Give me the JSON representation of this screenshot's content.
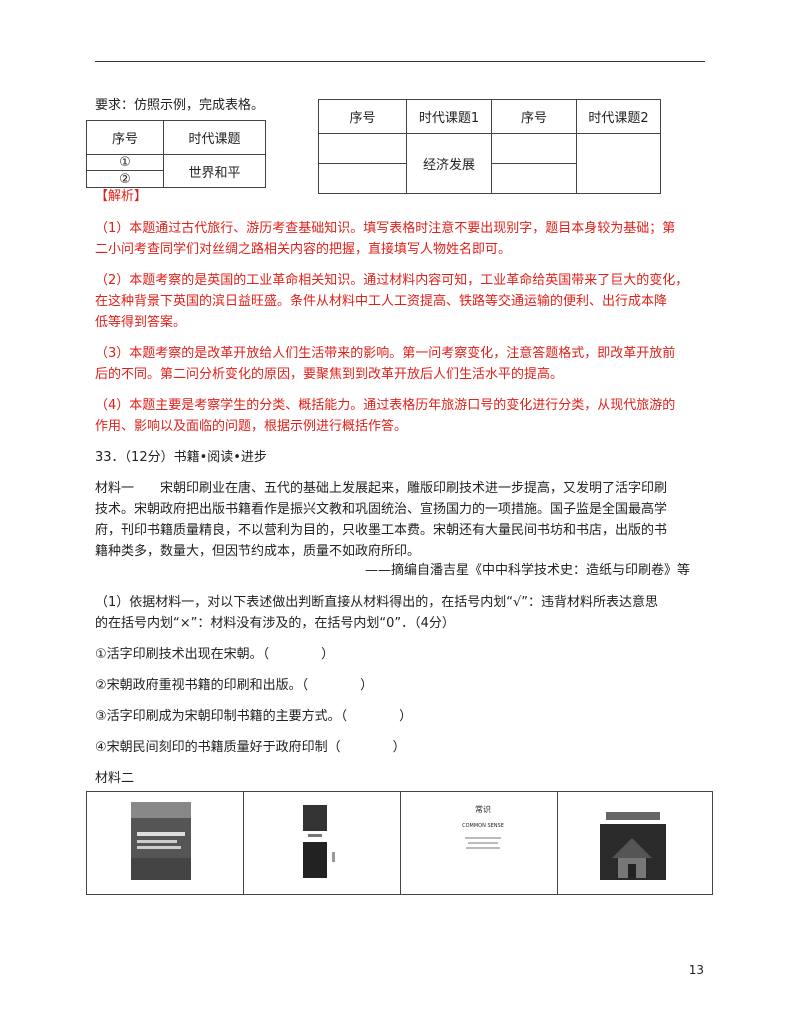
{
  "requirement": "要求：仿照示例，完成表格。",
  "example_table": {
    "headers": [
      "序号",
      "时代课题"
    ],
    "rows": [
      [
        "①",
        "世界和平"
      ],
      [
        "②",
        ""
      ]
    ]
  },
  "fill_table": {
    "headers": [
      "序号",
      "时代课题1",
      "序号",
      "时代课题2"
    ],
    "middle": "经济发展"
  },
  "analysis": {
    "label": "【解析】",
    "p1": [
      "（1）本题通过古代旅行、游历考查基础知识。填写表格时注意不要出现别字，题目本身较为基础；第",
      "二小问考查同学们对丝绸之路相关内容的把握，直接填写人物姓名即可。"
    ],
    "p2": [
      "（2）本题考察的是英国的工业革命相关知识。通过材料内容可知，工业革命给英国带来了巨大的变化，",
      "在这种背景下英国的滨日益旺盛。条件从材料中工人工资提高、铁路等交通运输的便利、出行成本降",
      "低等得到答案。"
    ],
    "p3": [
      "（3）本题考察的是改革开放给人们生活带来的影响。第一问考察变化，注意答题格式，即改革开放前",
      "后的不同。第二问分析变化的原因，要聚焦到到改革开放后人们生活水平的提高。"
    ],
    "p4": [
      "（4）本题主要是考察学生的分类、概括能力。通过表格历年旅游口号的变化进行分类，从现代旅游的",
      "作用、影响以及面临的问题，根据示例进行概括作答。"
    ]
  },
  "q33": {
    "heading": "33．（12分）书籍•阅读•进步",
    "material1": [
      "材料一　　宋朝印刷业在唐、五代的基础上发展起来，雕版印刷技术进一步提高，又发明了活字印刷",
      "技术。宋朝政府把出版书籍看作是振兴文教和巩固统治、宣扬国力的一项措施。国子监是全国最高学",
      "府，刊印书籍质量精良，不以营利为目的，只收墨工本费。宋朝还有大量民间书坊和书店，出版的书",
      "籍种类多，数量大，但因节约成本，质量不如政府所印。"
    ],
    "source": "——摘编自潘吉星《中中科学技术史：造纸与印刷卷》等",
    "instruction": [
      "（1）依据材料一，对以下表述做出判断直接从材料得出的，在括号内划“√”：违背材料所表达意思",
      "的在括号内划“×”：材料没有涉及的，在括号内划“0”．（4分）"
    ],
    "items": [
      "①活字印刷技术出现在宋朝。（　　　　）",
      "②宋朝政府重视书籍的印刷和出版。（　　　　）",
      "③活字印刷成为宋朝印制书籍的主要方式。（　　　　）",
      "④宋朝民间刻印的书籍质量好于政府印制（　　　　）"
    ],
    "material2": "材料二"
  },
  "books": {
    "b3_title": "常识",
    "b3_eng": "COMMON SENSE"
  },
  "page_number": "13"
}
